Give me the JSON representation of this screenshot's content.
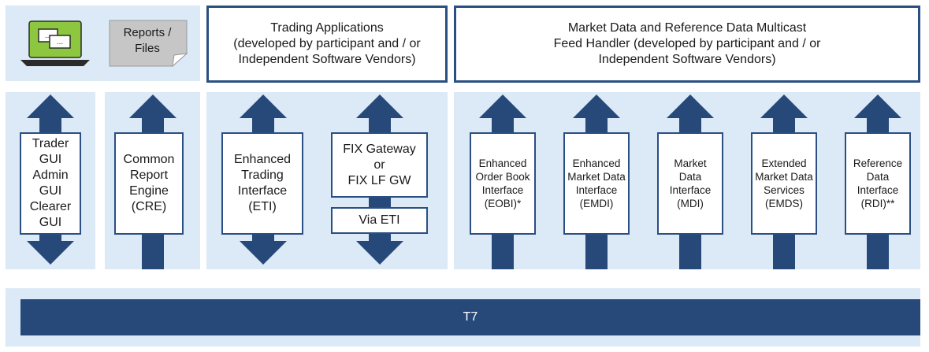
{
  "colors": {
    "panel": "#dce9f6",
    "arrow": "#27497a",
    "border": "#2a4f82",
    "laptop": "#8dc63f"
  },
  "top": {
    "laptop_icon": "laptop-with-windows-icon",
    "reports": "Reports /\nFiles",
    "trading_apps": "Trading Applications\n(developed by participant and / or\nIndependent Software Vendors)",
    "market_data": "Market Data and Reference Data Multicast\nFeed Handler (developed by participant and / or\nIndependent Software Vendors)"
  },
  "interfaces": [
    {
      "label": "Trader\nGUI\nAdmin\nGUI\nClearer\nGUI",
      "direction": "both"
    },
    {
      "label": "Common\nReport\nEngine\n(CRE)",
      "direction": "up"
    },
    {
      "label": "Enhanced\nTrading\nInterface\n(ETI)",
      "direction": "both"
    },
    {
      "label": "FIX Gateway\nor\nFIX LF GW",
      "sub_label": "Via ETI",
      "direction": "both"
    },
    {
      "label": "Enhanced\nOrder Book\nInterface\n(EOBI)*",
      "direction": "up"
    },
    {
      "label": "Enhanced\nMarket Data\nInterface\n(EMDI)",
      "direction": "up"
    },
    {
      "label": "Market\nData\nInterface\n(MDI)",
      "direction": "up"
    },
    {
      "label": "Extended\nMarket Data\nServices\n(EMDS)",
      "direction": "up"
    },
    {
      "label": "Reference\nData\nInterface\n(RDI)**",
      "direction": "up"
    }
  ],
  "base": {
    "label": "T7"
  }
}
